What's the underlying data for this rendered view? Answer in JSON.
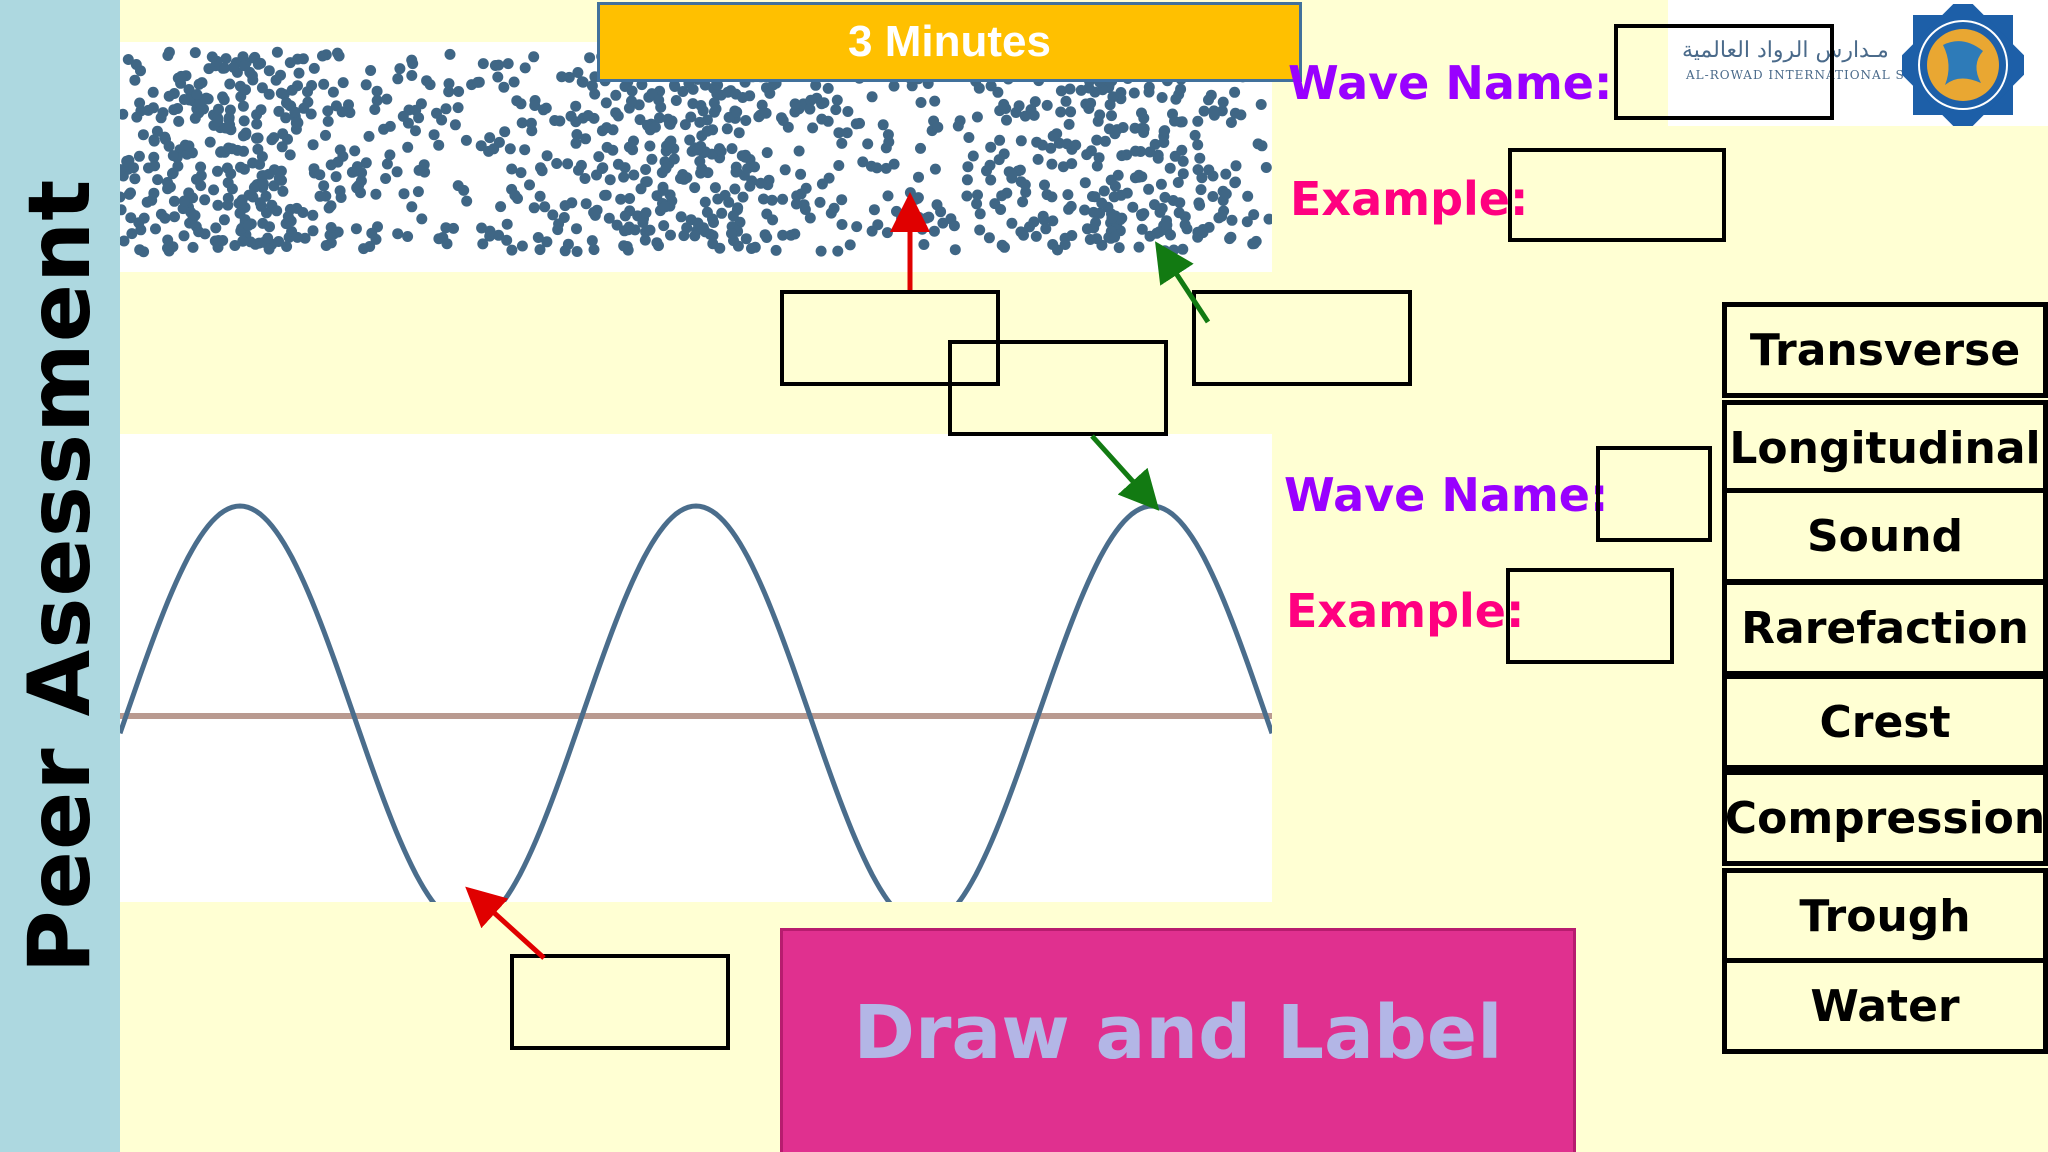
{
  "sidebar": {
    "title": "Peer Asessment"
  },
  "timer": {
    "label": "3 Minutes"
  },
  "logo": {
    "arabic": "مـدارس الرواد العالمية",
    "english": "AL-ROWAD INTERNATIONAL SCHOOLS"
  },
  "top_section": {
    "wave_name_label": "Wave Name:",
    "example_label": "Example:"
  },
  "middle_section": {
    "wave_name_label": "Wave Name:",
    "example_label": "Example:"
  },
  "word_bank": [
    "Transverse",
    "Longitudinal",
    "Sound",
    "Rarefaction",
    "Crest",
    "Compression",
    "Trough",
    "Water"
  ],
  "draw_box": {
    "label": "Draw and Label"
  },
  "colors": {
    "dots": "#3f6685",
    "wave": "#4a6d8c",
    "purple": "#9900ff",
    "pink": "#ff0080",
    "red_arrow": "#e00000",
    "green_arrow": "#127a12",
    "timer_bg": "#ffc000",
    "draw_bg": "#e0308f"
  },
  "icons": [
    "emblem-icon",
    "red-arrow-icon",
    "green-arrow-icon"
  ]
}
